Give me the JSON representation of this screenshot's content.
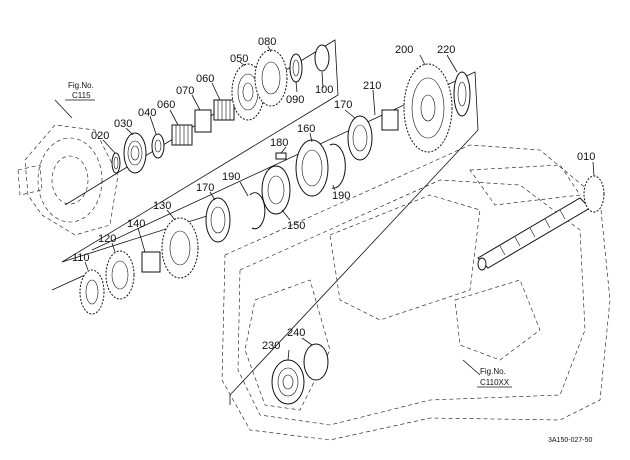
{
  "part_labels": {
    "p010": "010",
    "p020": "020",
    "p030": "030",
    "p040": "040",
    "p050": "050",
    "p060a": "060",
    "p060b": "060",
    "p070": "070",
    "p080": "080",
    "p090": "090",
    "p100": "100",
    "p110": "110",
    "p120": "120",
    "p130": "130",
    "p140": "140",
    "p150": "150",
    "p160": "160",
    "p170a": "170",
    "p170b": "170",
    "p180": "180",
    "p190a": "190",
    "p190b": "190",
    "p200": "200",
    "p210": "210",
    "p220": "220",
    "p230": "230",
    "p240": "240"
  },
  "refs": {
    "c115_line1": "Fig.No.",
    "c115_line2": "C115",
    "c110xx_line1": "Fig.No.",
    "c110xx_line2": "C110XX"
  },
  "drawing_code": "3A150-027-50"
}
